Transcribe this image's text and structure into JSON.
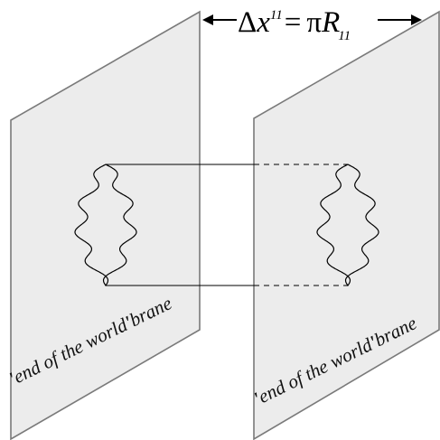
{
  "diagram": {
    "equation": {
      "delta": "Δ",
      "x": "x",
      "x_superscript": "11",
      "equals": "=",
      "pi": "π",
      "R": "R",
      "R_subscript": "11"
    },
    "left_brane": {
      "label_quote_open": "'",
      "label_text": "end of the world",
      "label_quote_close": "'",
      "label_tail": "brane"
    },
    "right_brane": {
      "label_quote_open": "'",
      "label_text": "end of the world",
      "label_quote_close": "'",
      "label_tail": "brane"
    },
    "colors": {
      "brane_fill": "#ececec",
      "brane_edge": "#7a7a7a",
      "ink": "#000000"
    }
  }
}
